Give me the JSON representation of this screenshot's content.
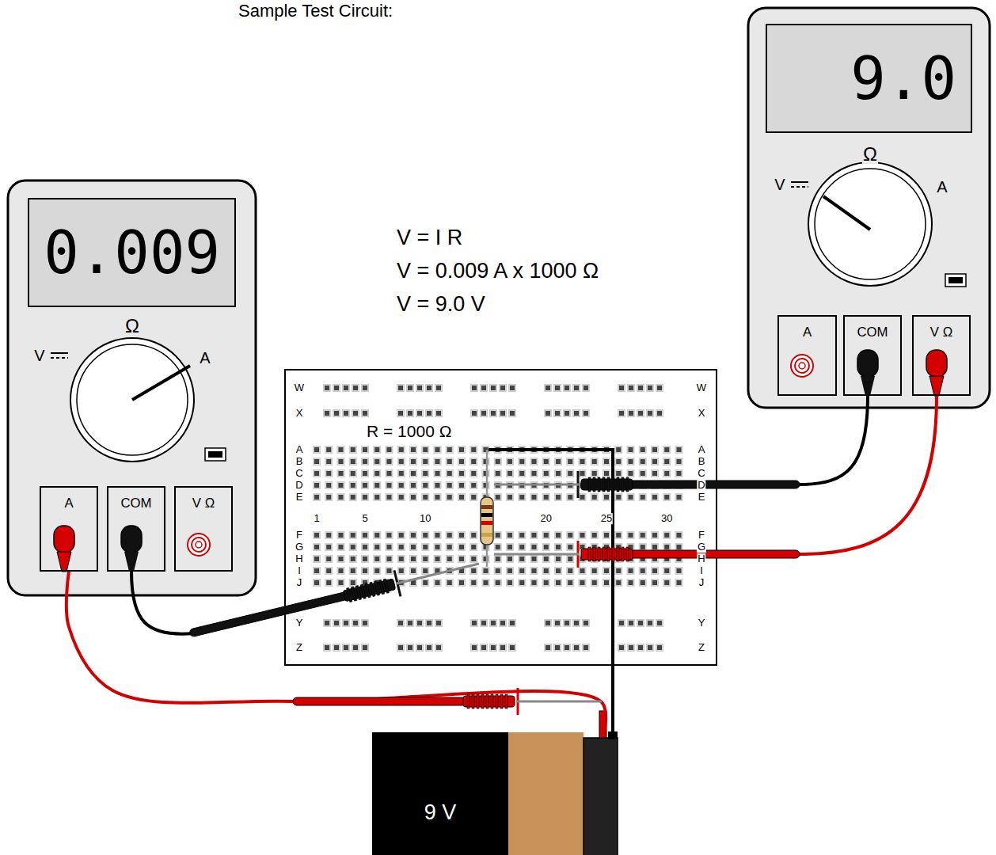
{
  "diagram": {
    "title": "Sample Test Circuit:",
    "nodes": [
      {
        "text": [
          "0.009"
        ]
      },
      {
        "text": [
          "A"
        ]
      },
      {
        "text": [
          "COM"
        ]
      },
      {
        "text": [
          "V Ω"
        ]
      },
      {
        "text": [
          "9.0"
        ]
      },
      {
        "text": [
          "A"
        ]
      },
      {
        "text": [
          "COM"
        ]
      },
      {
        "text": [
          "V Ω"
        ]
      },
      {
        "text": [
          "9 V"
        ]
      }
    ],
    "edges": [
      {
        "from": 1,
        "to": 8,
        "arrow": "none"
      }
    ],
    "labels": [
      "V = I R",
      "V = 0.009 A x 1000 Ω",
      "V = 9.0 V",
      "R = 1000 Ω",
      "Ω",
      "V",
      "A",
      "Ω",
      "V",
      "A",
      "W",
      "X",
      "A",
      "B",
      "C",
      "D",
      "E",
      "F",
      "G",
      "H",
      "I",
      "J",
      "Y",
      "Z",
      "W",
      "X",
      "A",
      "B",
      "C",
      "D",
      "E",
      "F",
      "G",
      "H",
      "I",
      "J",
      "Y",
      "Z",
      "1",
      "5",
      "10",
      "20",
      "25",
      "30"
    ]
  }
}
